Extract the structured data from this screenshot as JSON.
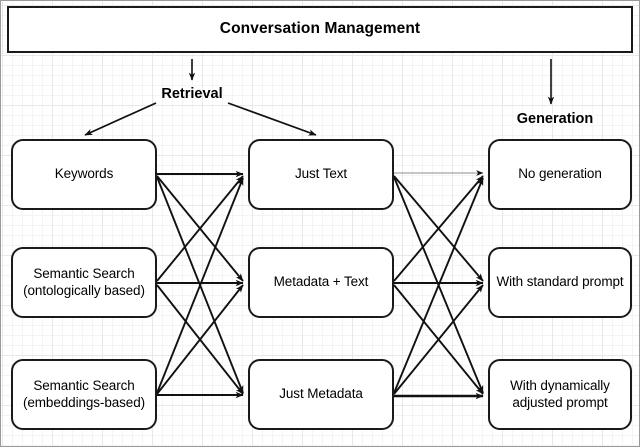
{
  "diagram": {
    "title": "Conversation Management",
    "stages": [
      {
        "id": "retrieval",
        "label": "Retrieval"
      },
      {
        "id": "generation",
        "label": "Generation"
      }
    ],
    "columns": [
      {
        "id": "retrieval-methods",
        "stage": "Retrieval",
        "nodes": [
          {
            "id": "keywords",
            "label": "Keywords"
          },
          {
            "id": "semantic-ontological",
            "label": "Semantic Search\n(ontologically based)"
          },
          {
            "id": "semantic-embeddings",
            "label": "Semantic Search\n(embeddings-based)"
          }
        ]
      },
      {
        "id": "content-scope",
        "stage": "",
        "nodes": [
          {
            "id": "just-text",
            "label": "Just Text"
          },
          {
            "id": "metadata-text",
            "label": "Metadata + Text"
          },
          {
            "id": "just-metadata",
            "label": "Just Metadata"
          }
        ]
      },
      {
        "id": "generation-modes",
        "stage": "Generation",
        "nodes": [
          {
            "id": "no-generation",
            "label": "No generation"
          },
          {
            "id": "standard-prompt",
            "label": "With standard prompt"
          },
          {
            "id": "dynamic-prompt",
            "label": "With dynamically\nadjusted prompt"
          }
        ]
      }
    ],
    "edges": {
      "title_to_stages": [
        {
          "from": "Conversation Management",
          "to": "Retrieval"
        },
        {
          "from": "Conversation Management",
          "to": "Generation"
        }
      ],
      "stage_to_nodes": [
        {
          "from": "Retrieval",
          "to": "Keywords"
        },
        {
          "from": "Retrieval",
          "to": "Just Text"
        }
      ],
      "left_to_middle": [
        {
          "from": "Keywords",
          "to": "Just Text"
        },
        {
          "from": "Keywords",
          "to": "Metadata + Text"
        },
        {
          "from": "Keywords",
          "to": "Just Metadata"
        },
        {
          "from": "Semantic Search (ontologically based)",
          "to": "Just Text"
        },
        {
          "from": "Semantic Search (ontologically based)",
          "to": "Metadata + Text"
        },
        {
          "from": "Semantic Search (ontologically based)",
          "to": "Just Metadata"
        },
        {
          "from": "Semantic Search (embeddings-based)",
          "to": "Just Text"
        },
        {
          "from": "Semantic Search (embeddings-based)",
          "to": "Metadata + Text"
        },
        {
          "from": "Semantic Search (embeddings-based)",
          "to": "Just Metadata"
        }
      ],
      "middle_to_right": [
        {
          "from": "Just Text",
          "to": "No generation"
        },
        {
          "from": "Just Text",
          "to": "With standard prompt"
        },
        {
          "from": "Just Text",
          "to": "With dynamically adjusted prompt"
        },
        {
          "from": "Metadata + Text",
          "to": "No generation"
        },
        {
          "from": "Metadata + Text",
          "to": "With standard prompt"
        },
        {
          "from": "Metadata + Text",
          "to": "With dynamically adjusted prompt"
        },
        {
          "from": "Just Metadata",
          "to": "No generation"
        },
        {
          "from": "Just Metadata",
          "to": "With standard prompt"
        },
        {
          "from": "Just Metadata",
          "to": "With dynamically adjusted prompt"
        }
      ]
    },
    "colors": {
      "node_border": "#1a1a1a",
      "node_fill": "#ffffff",
      "edge": "#111111",
      "faint_edge": "#999999",
      "grid_major": "#e8e8e8",
      "grid_minor": "#f4f4f4",
      "text": "#000000"
    }
  }
}
